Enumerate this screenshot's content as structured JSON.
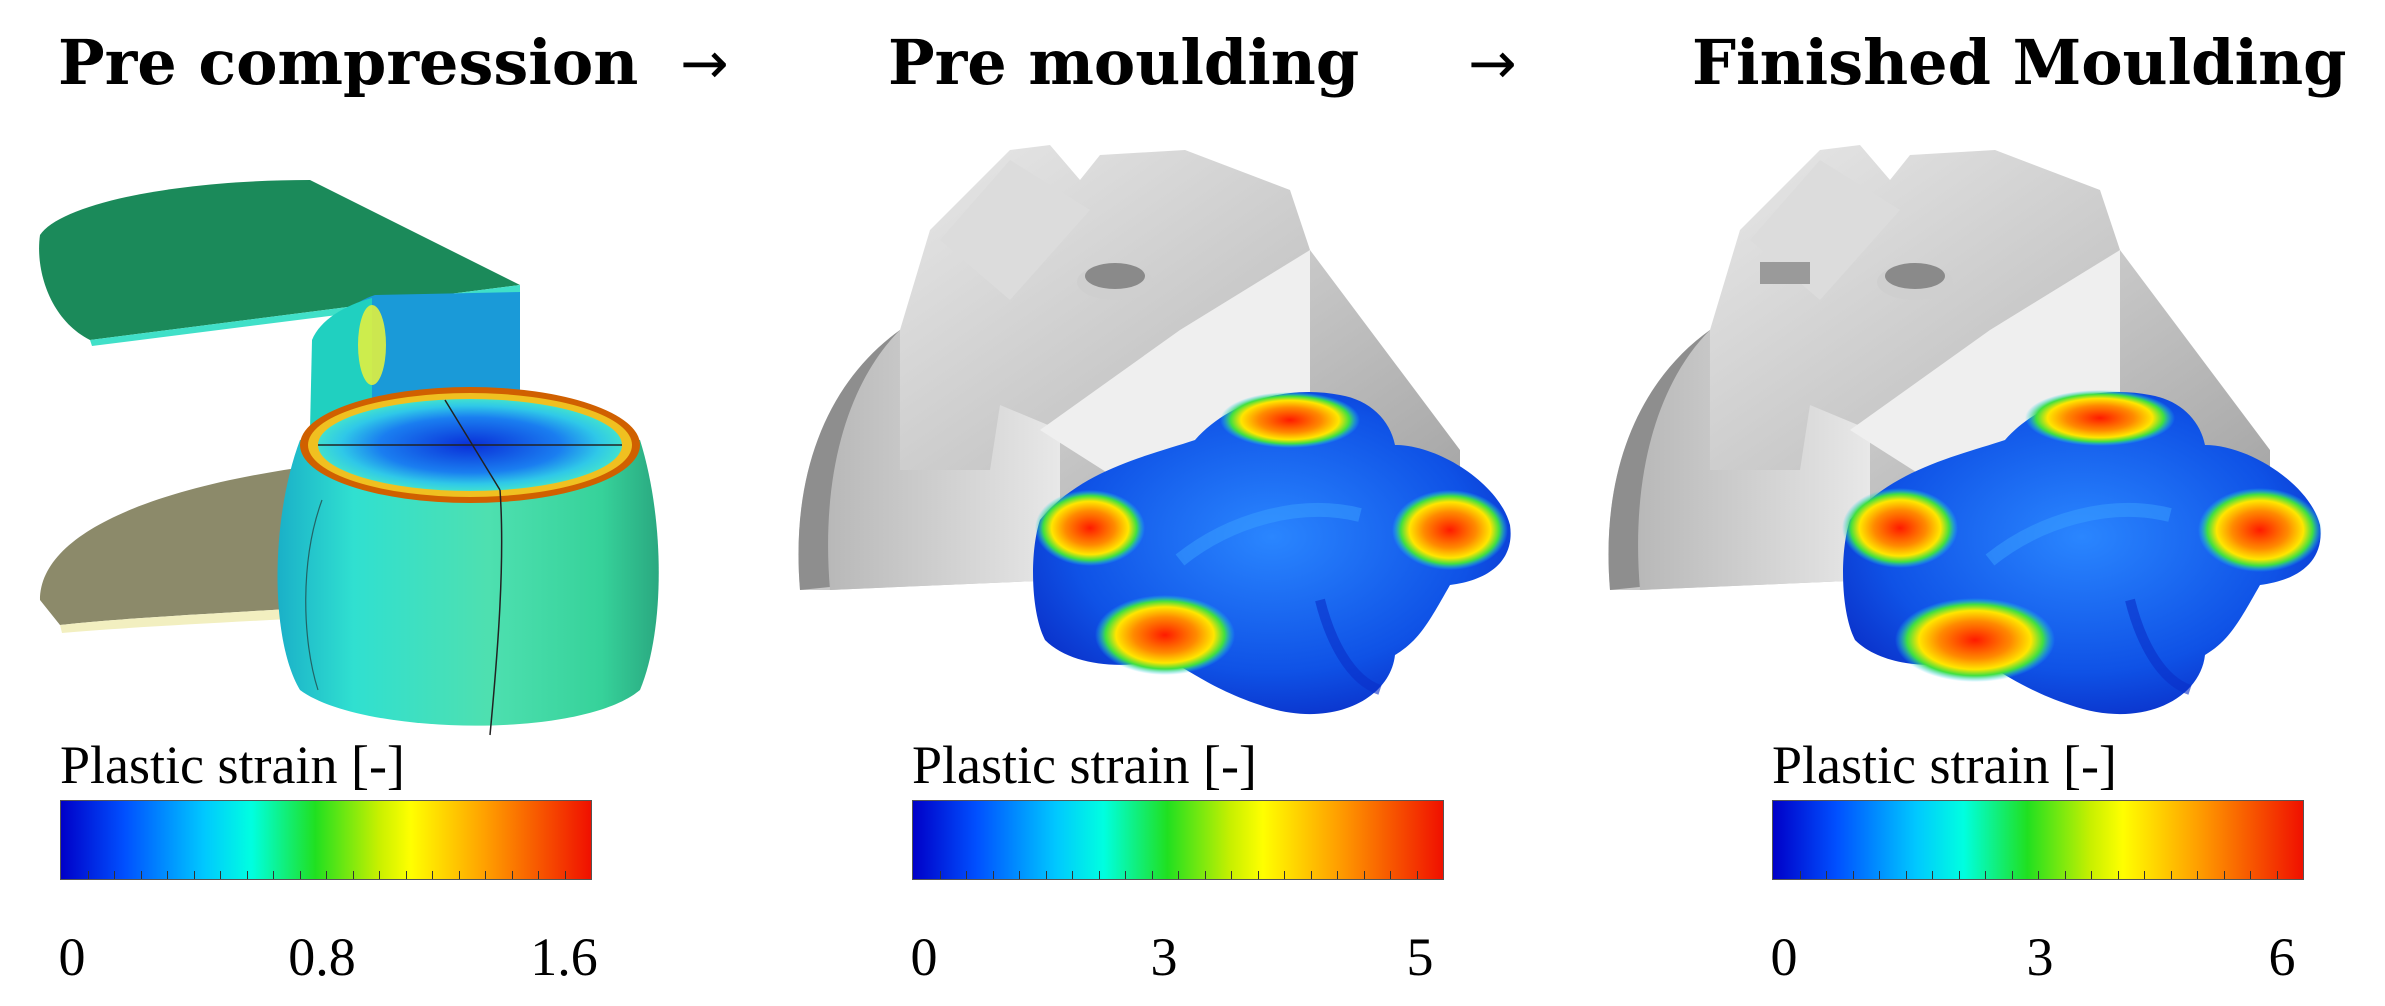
{
  "headings": {
    "stage1": "Pre compression",
    "stage2": "Pre moulding",
    "stage3": "Finished Moulding",
    "arrow": "→"
  },
  "colorbars": [
    {
      "label": "Plastic strain [-]",
      "min": "0",
      "mid": "0.8",
      "max": "1.6"
    },
    {
      "label": "Plastic strain [-]",
      "min": "0",
      "mid": "3",
      "max": "5"
    },
    {
      "label": "Plastic strain [-]",
      "min": "0",
      "mid": "3",
      "max": "6"
    }
  ],
  "colors": {
    "die_green": "#1b8a5a",
    "die_lower": "#8c8a6a",
    "mould_grey": "#d9d9d9",
    "strain_low": "#0033dd",
    "strain_high": "#ff1a00"
  }
}
